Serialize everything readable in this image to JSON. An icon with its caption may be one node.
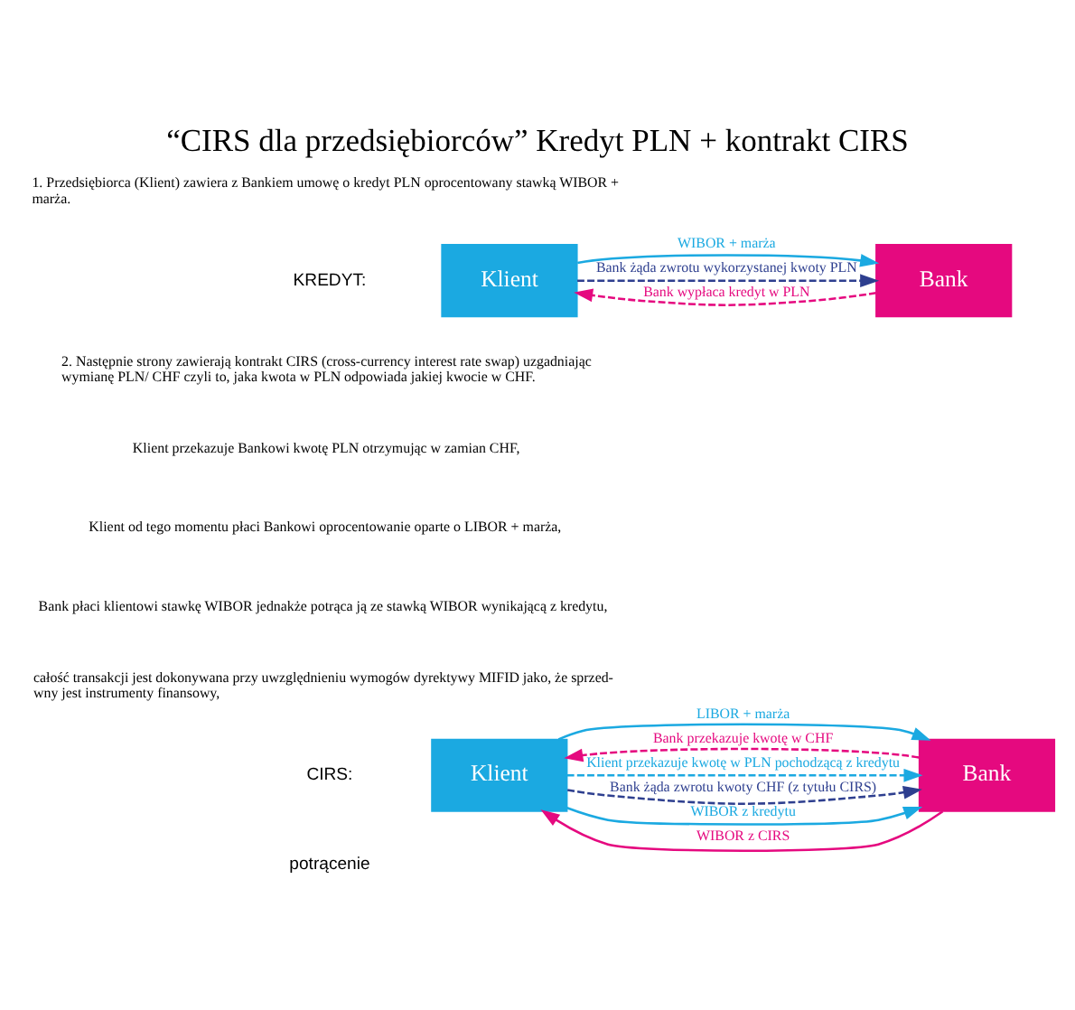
{
  "diagram": {
    "title": "“CIRS dla przedsiębiorców” Kredyt PLN + kontrakt CIRS",
    "nodes": [
      {
        "text": [
          "Klient"
        ]
      },
      {
        "text": [
          "Bank"
        ]
      },
      {
        "text": [
          "Klient"
        ]
      },
      {
        "text": [
          "Bank"
        ]
      }
    ],
    "edges": [
      {
        "from": 0,
        "to": 1,
        "arrow": "to",
        "label": "Bank żąda zwrotu wykorzystanej kwoty PLN",
        "style": "dashed",
        "color": "#2e3f8f"
      },
      {
        "from": 0,
        "to": 1,
        "arrow": "to",
        "label": "WIBOR + marża",
        "color": "#1ba9e1"
      },
      {
        "from": 1,
        "to": 0,
        "arrow": "to",
        "label": "Bank wypłaca kredyt w PLN",
        "style": "dashed",
        "color": "#e5097f"
      },
      {
        "from": 2,
        "to": 3,
        "arrow": "to",
        "label": "Bank żąda zwrotu kwoty CHF (z tytułu CIRS)",
        "style": "dashed",
        "color": "#2e3f8f"
      },
      {
        "from": 2,
        "to": 3,
        "arrow": "to",
        "label": "Klient przekazuje kwotę w PLN pochodzącą z kredytu",
        "style": "dashed",
        "color": "#1ba9e1"
      },
      {
        "from": 2,
        "to": 3,
        "arrow": "to",
        "label": "LIBOR + marża",
        "color": "#1ba9e1"
      },
      {
        "from": 2,
        "to": 3,
        "arrow": "to",
        "label": "WIBOR z kredytu",
        "color": "#1ba9e1"
      },
      {
        "from": 3,
        "to": 2,
        "arrow": "to",
        "label": "WIBOR z CIRS",
        "color": "#e5097f"
      },
      {
        "from": 3,
        "to": 2,
        "arrow": "to",
        "label": "Bank przekazuje kwotę w CHF",
        "style": "dashed",
        "color": "#e5097f"
      }
    ],
    "labels": [
      "1. Przedsiębiorca (Klient) zawiera z Bankiem umowę o kredyt PLN oprocentowany stawką WIBOR + marża.",
      "KREDYT:",
      "2. Następnie strony zawierają kontrakt CIRS (cross-currency interest rate swap) uzgadniając wymianę PLN/ CHF czyli to, jaka kwota w PLN odpowiada jakiej kwocie w CHF.",
      "Klient przekazuje Bankowi kwotę PLN otrzymując w zamian CHF,",
      "Klient od tego momentu płaci Bankowi oprocentowanie oparte o LIBOR + marża,",
      "Bank płaci klientowi stawkę WIBOR jednakże potrąca ją ze stawką WIBOR wynikającą z kredytu,",
      "całość transakcji jest dokonywana przy uwzględnieniu wymogów dyrektywy MIFID jako, że sprzed- wny jest instrumenty finansowy,",
      "CIRS:",
      "potrącenie"
    ]
  }
}
